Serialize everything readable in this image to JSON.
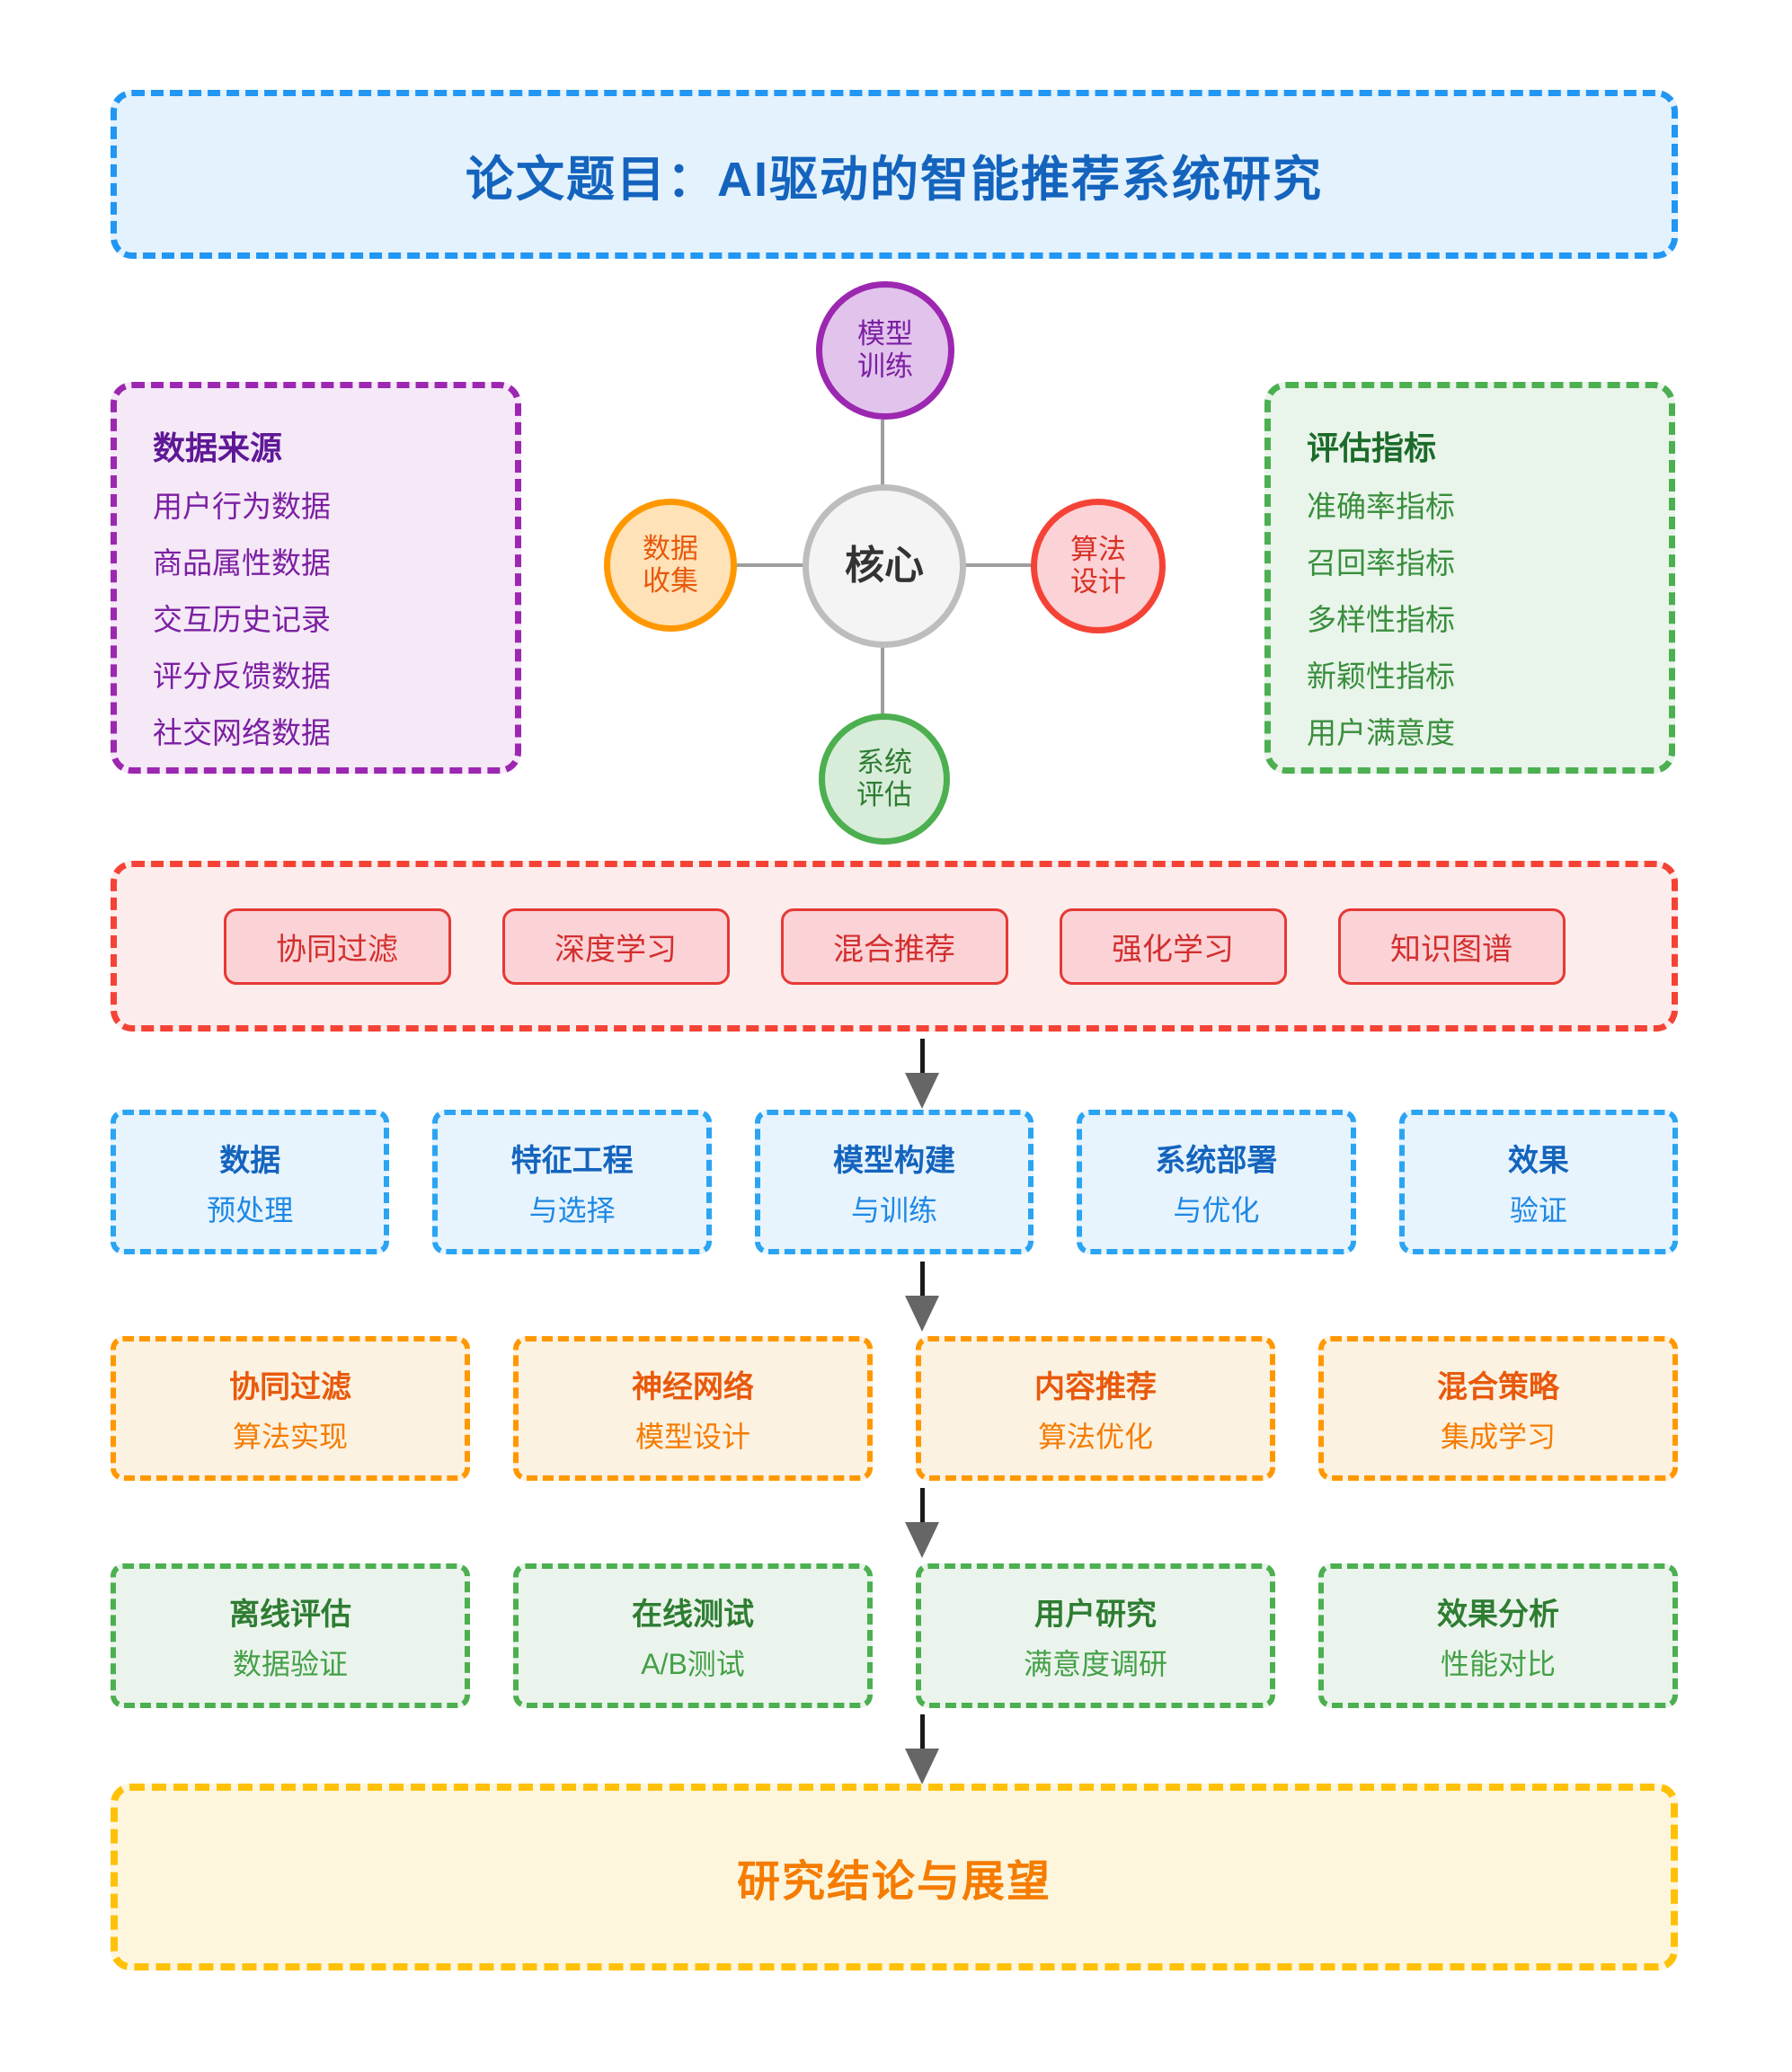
{
  "title": "论文题目：AI驱动的智能推荐系统研究",
  "hub": {
    "center": "核心",
    "top": {
      "line1": "模型",
      "line2": "训练"
    },
    "left": {
      "line1": "数据",
      "line2": "收集"
    },
    "right": {
      "line1": "算法",
      "line2": "设计"
    },
    "bottom": {
      "line1": "系统",
      "line2": "评估"
    }
  },
  "data_sources": {
    "heading": "数据来源",
    "items": [
      "用户行为数据",
      "商品属性数据",
      "交互历史记录",
      "评分反馈数据",
      "社交网络数据"
    ]
  },
  "metrics": {
    "heading": "评估指标",
    "items": [
      "准确率指标",
      "召回率指标",
      "多样性指标",
      "新颖性指标",
      "用户满意度"
    ]
  },
  "algorithms": [
    "协同过滤",
    "深度学习",
    "混合推荐",
    "强化学习",
    "知识图谱"
  ],
  "process_steps": [
    {
      "line1": "数据",
      "line2": "预处理"
    },
    {
      "line1": "特征工程",
      "line2": "与选择"
    },
    {
      "line1": "模型构建",
      "line2": "与训练"
    },
    {
      "line1": "系统部署",
      "line2": "与优化"
    },
    {
      "line1": "效果",
      "line2": "验证"
    }
  ],
  "implementation_steps": [
    {
      "line1": "协同过滤",
      "line2": "算法实现"
    },
    {
      "line1": "神经网络",
      "line2": "模型设计"
    },
    {
      "line1": "内容推荐",
      "line2": "算法优化"
    },
    {
      "line1": "混合策略",
      "line2": "集成学习"
    }
  ],
  "evaluation_steps": [
    {
      "line1": "离线评估",
      "line2": "数据验证"
    },
    {
      "line1": "在线测试",
      "line2": "A/B测试"
    },
    {
      "line1": "用户研究",
      "line2": "满意度调研"
    },
    {
      "line1": "效果分析",
      "line2": "性能对比"
    }
  ],
  "conclusion": "研究结论与展望",
  "colors": {
    "blue": "#2196F3",
    "purple": "#9C27B0",
    "orange": "#FF9800",
    "red": "#F44336",
    "green": "#4CAF50",
    "amber": "#FFC107",
    "gray": "#9E9E9E"
  }
}
